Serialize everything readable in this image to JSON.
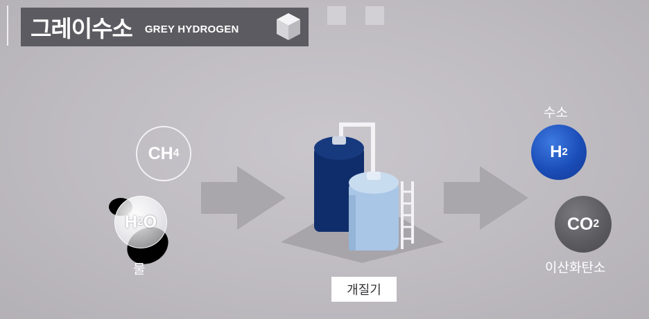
{
  "header": {
    "title_ko": "그레이수소",
    "title_en": "GREY HYDROGEN",
    "icon": "cube-icon"
  },
  "inputs": {
    "methane": {
      "formula": "CH",
      "subscript": "4"
    },
    "water": {
      "formula_h": "H",
      "subscript": "2",
      "formula_o": "O",
      "label": "물"
    }
  },
  "process": {
    "label": "개질기",
    "icon": "reformer-tank-icon"
  },
  "outputs": {
    "hydrogen": {
      "label": "수소",
      "formula": "H",
      "subscript": "2"
    },
    "carbon_dioxide": {
      "label": "이산화탄소",
      "formula": "CO",
      "subscript": "2"
    }
  },
  "colors": {
    "background": "#c4c1c7",
    "title_bar": "#5c5b61",
    "hydrogen": "#1b4db8",
    "co2": "#5a5a5e",
    "tank_dark": "#0f2d6a",
    "tank_light": "#a9c6e6"
  }
}
